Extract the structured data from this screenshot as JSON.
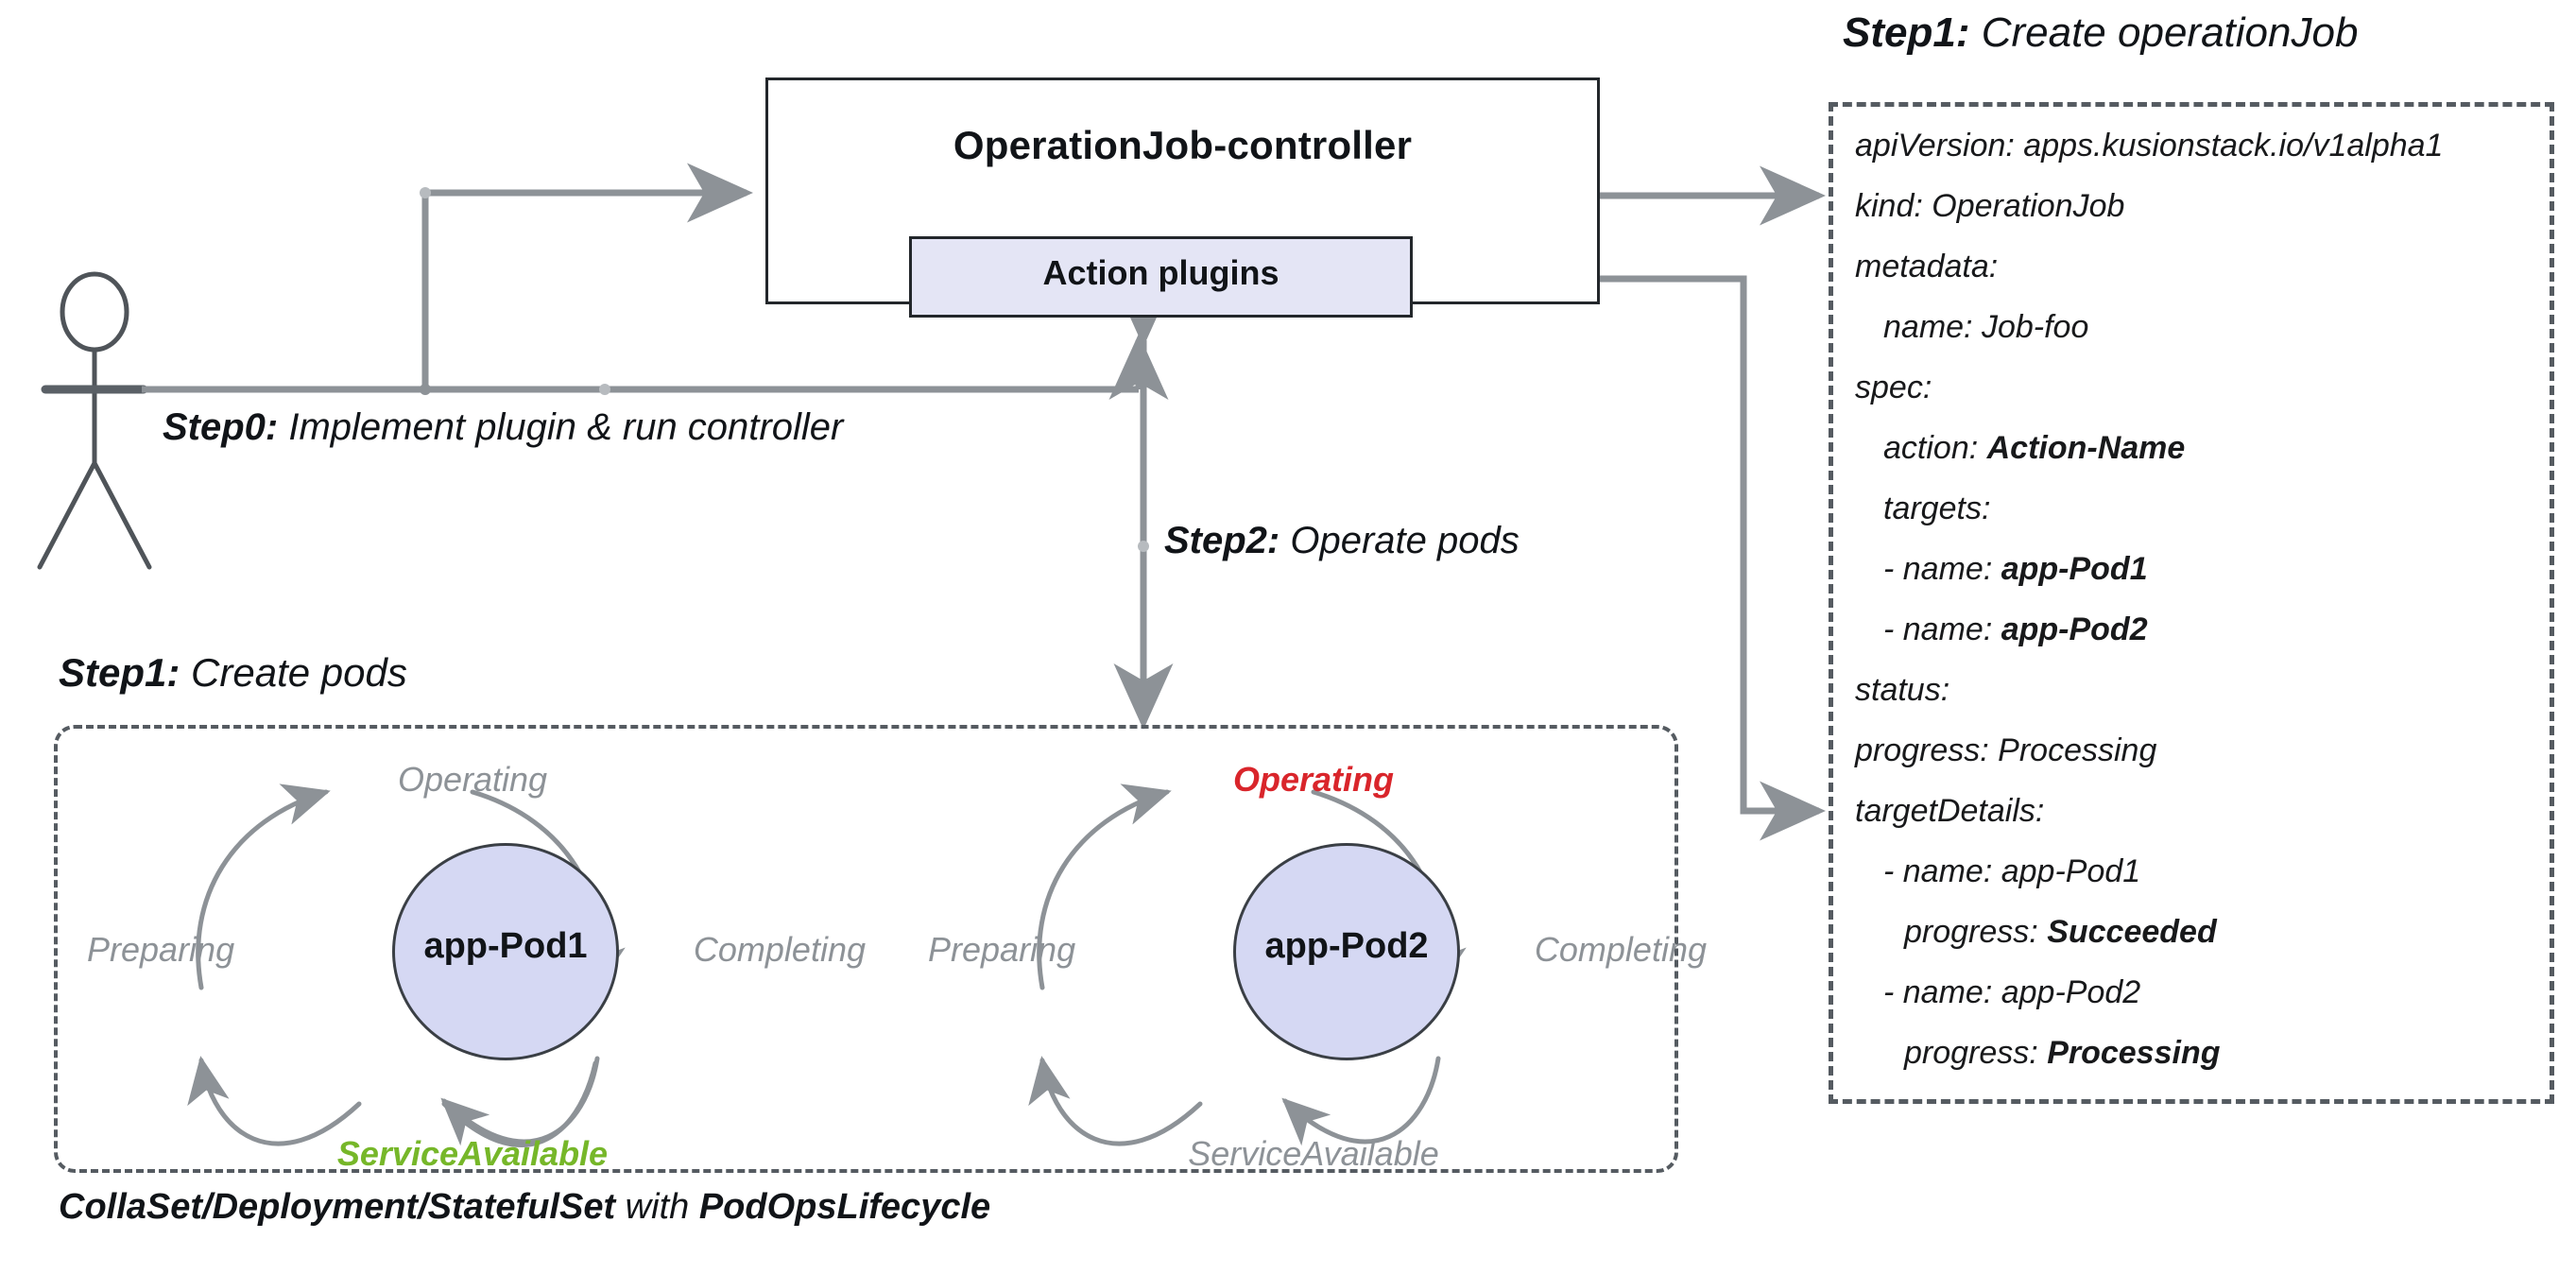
{
  "diagram": {
    "title_step1_job": {
      "bold": "Step1:",
      "rest": " Create operationJob"
    },
    "title_step1_pods": {
      "bold": "Step1:",
      "rest": " Create pods"
    },
    "title_step0": {
      "bold": "Step0:",
      "rest": " Implement plugin & run controller"
    },
    "title_step2": {
      "bold": "Step2:",
      "rest": " Operate pods"
    },
    "bottom_caption": {
      "part1": "CollaSet/Deployment/StatefulSet",
      "part2": " with ",
      "part3": "PodOpsLifecycle"
    }
  },
  "boxes": {
    "controller": "OperationJob-controller",
    "plugins": "Action plugins"
  },
  "lifecycles": [
    {
      "pod": "app-Pod1",
      "states": {
        "top": "Operating",
        "right": "Completing",
        "bottom": "ServiceAvailable",
        "left": "Preparing"
      },
      "highlight": "bottom",
      "highlight_color": "#76b729"
    },
    {
      "pod": "app-Pod2",
      "states": {
        "top": "Operating",
        "right": "Completing",
        "bottom": "ServiceAvailable",
        "left": "Preparing"
      },
      "highlight": "top",
      "highlight_color": "#d9252b"
    }
  ],
  "yaml": [
    {
      "indent": 0,
      "plain": "apiVersion: apps.kusionstack.io/v1alpha1",
      "bold": ""
    },
    {
      "indent": 0,
      "plain": "kind: OperationJob",
      "bold": ""
    },
    {
      "indent": 0,
      "plain": "metadata:",
      "bold": ""
    },
    {
      "indent": 1,
      "plain": "name: Job-foo",
      "bold": ""
    },
    {
      "indent": 0,
      "plain": "spec:",
      "bold": ""
    },
    {
      "indent": 1,
      "plain": "action: ",
      "bold": "Action-Name"
    },
    {
      "indent": 1,
      "plain": "targets:",
      "bold": ""
    },
    {
      "indent": 1,
      "plain": "- name: ",
      "bold": "app-Pod1"
    },
    {
      "indent": 1,
      "plain": "- name: ",
      "bold": "app-Pod2"
    },
    {
      "indent": 0,
      "plain": "status:",
      "bold": ""
    },
    {
      "indent": 0,
      "plain": "progress: Processing",
      "bold": ""
    },
    {
      "indent": 0,
      "plain": "targetDetails:",
      "bold": ""
    },
    {
      "indent": 1,
      "plain": "- name: app-Pod1",
      "bold": ""
    },
    {
      "indent": 2,
      "plain": "progress: ",
      "bold": "Succeeded"
    },
    {
      "indent": 1,
      "plain": "- name: app-Pod2",
      "bold": ""
    },
    {
      "indent": 2,
      "plain": "progress: ",
      "bold": "Processing"
    }
  ],
  "colors": {
    "plugin_fill": "#e4e5f5",
    "pod_fill": "#d5d8f3",
    "connector": "#8d9297",
    "state_text": "#8d9297",
    "green": "#76b729",
    "red": "#d9252b"
  }
}
